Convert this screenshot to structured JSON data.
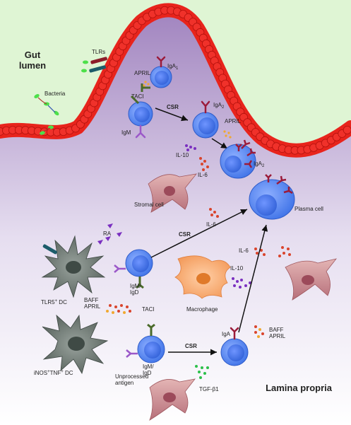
{
  "regions": {
    "gut_lumen_line1": "Gut",
    "gut_lumen_line2": "lumen",
    "lamina_propria": "Lamina propria"
  },
  "labels": {
    "tlrs": "TLRs",
    "bacteria": "Bacteria",
    "april_top": "APRIL",
    "taci_top": "TACI",
    "iga1": "IgA",
    "iga1_sub": "1",
    "igm_top": "IgM",
    "csr_top": "CSR",
    "iga2": "IgA",
    "iga2_sub": "2",
    "april_mid": "APRIL",
    "iga2_plasma": "IgA",
    "iga2_plasma_sub": "2",
    "il10_top": "IL-10",
    "il6_top": "IL-6",
    "stromal_cell": "Stromal cell",
    "plasma_cell": "Plasma cell",
    "il6_mid": "IL-6",
    "ra": "RA",
    "csr_mid": "CSR",
    "tlr5_dc": "TLR5",
    "tlr5_dc_sup": "+",
    "tlr5_dc_suffix": " DC",
    "igm_igd_top_1": "IgM/",
    "igm_igd_top_2": "IgD",
    "il6_right": "IL-6",
    "il10_right": "IL-10",
    "baff_left": "BAFF",
    "april_left": "APRIL",
    "taci_bottom": "TACI",
    "macrophage": "Macrophage",
    "iga_bottom": "IgA",
    "baff_right": "BAFF",
    "april_right": "APRIL",
    "inos_dc_1": "iNOS",
    "inos_dc_sup1": "+",
    "inos_dc_2": "TNF",
    "inos_dc_sup2": "+",
    "inos_dc_3": " DC",
    "igm_igd_bottom_1": "IgM/",
    "igm_igd_bottom_2": "IgD",
    "unprocessed_1": "Unprocessed",
    "unprocessed_2": "antigen",
    "csr_bottom": "CSR",
    "tgf": "TGF-β1"
  },
  "colors": {
    "epithelium": "#e8241c",
    "lumen": "#dff5d4",
    "lamina_top": "#a184bf",
    "lamina_bottom": "#ffffff",
    "bcell": "#4d7ff0",
    "iga_antibody": "#9b1b3a",
    "igm_antibody": "#9b58c9",
    "taci": "#4a6a2a",
    "dc": "#6e7a72",
    "macrophage": "#f6a76a",
    "stromal": "#c98a8e",
    "cytokine_red": "#d9442c",
    "cytokine_purple": "#7a2fc0",
    "cytokine_orange": "#f0a830",
    "cytokine_green": "#2cc04a"
  }
}
